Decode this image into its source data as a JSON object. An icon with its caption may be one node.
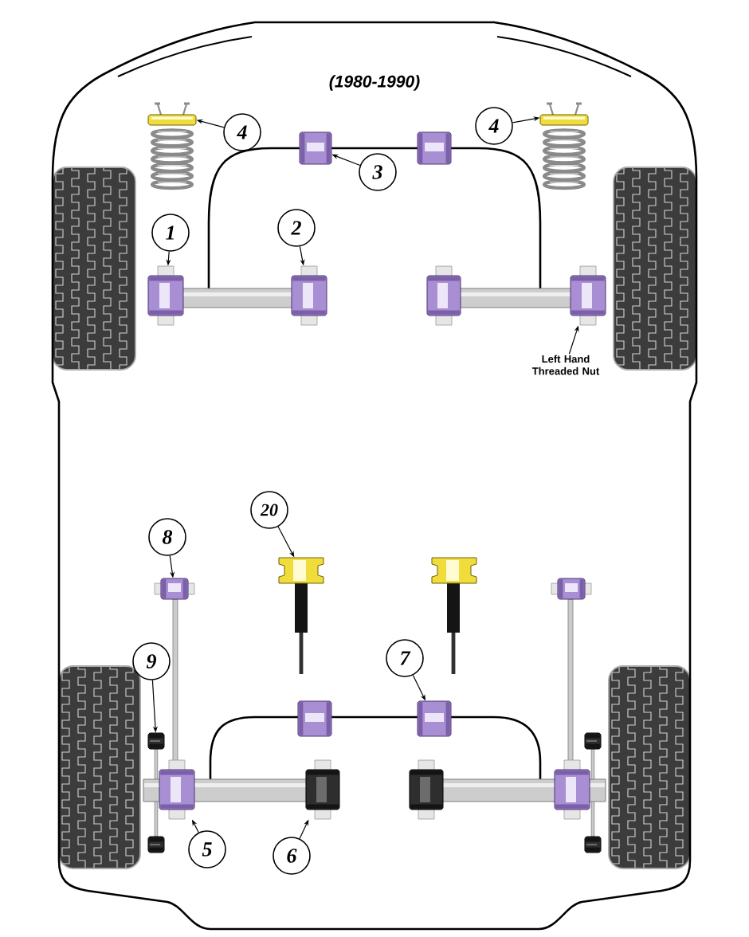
{
  "diagram": {
    "title": "(1980-1990)",
    "nodes": [
      {
        "text": [
          "4"
        ]
      },
      {
        "text": [
          "4"
        ]
      },
      {
        "text": [
          "3"
        ]
      },
      {
        "text": [
          "1"
        ]
      },
      {
        "text": [
          "2"
        ]
      },
      {
        "text": [
          "Left Hand Threaded Nut"
        ]
      },
      {
        "text": [
          "20"
        ]
      },
      {
        "text": [
          "8"
        ]
      },
      {
        "text": [
          "9"
        ]
      },
      {
        "text": [
          "7"
        ]
      },
      {
        "text": [
          "5"
        ]
      },
      {
        "text": [
          "6"
        ]
      },
      {
        "text": [],
        "shape": "picture"
      },
      {
        "text": [],
        "shape": "picture"
      },
      {
        "text": [],
        "shape": "picture"
      },
      {
        "text": [],
        "shape": "picture"
      },
      {
        "text": [],
        "shape": "picture"
      },
      {
        "text": [],
        "shape": "picture"
      },
      {
        "text": [],
        "shape": "picture"
      },
      {
        "text": [],
        "shape": "picture"
      },
      {
        "text": [],
        "shape": "picture"
      },
      {
        "text": [],
        "shape": "picture"
      },
      {
        "text": [],
        "shape": "picture"
      },
      {
        "text": [],
        "shape": "picture"
      },
      {
        "text": [],
        "shape": "picture"
      },
      {
        "text": [],
        "shape": "picture"
      },
      {
        "text": [],
        "shape": "picture"
      },
      {
        "text": [],
        "shape": "picture"
      },
      {
        "text": [],
        "shape": "picture"
      },
      {
        "text": [],
        "shape": "picture"
      },
      {
        "text": [],
        "shape": "picture"
      },
      {
        "text": [],
        "shape": "picture"
      },
      {
        "text": [],
        "shape": "picture"
      },
      {
        "text": [],
        "shape": "picture"
      }
    ],
    "edges": [
      {
        "from": 0,
        "to": 12,
        "arrow": "to"
      },
      {
        "from": 1,
        "to": 13,
        "arrow": "to"
      },
      {
        "from": 2,
        "to": 14,
        "arrow": "to"
      },
      {
        "from": 3,
        "to": 15,
        "arrow": "to"
      },
      {
        "from": 4,
        "to": 16,
        "arrow": "to"
      },
      {
        "from": 5,
        "to": 17,
        "arrow": "to"
      },
      {
        "from": 6,
        "to": 18,
        "arrow": "to"
      },
      {
        "from": 7,
        "to": 19,
        "arrow": "to"
      },
      {
        "from": 8,
        "to": 20,
        "arrow": "to"
      },
      {
        "from": 9,
        "to": 21,
        "arrow": "to"
      },
      {
        "from": 10,
        "to": 22,
        "arrow": "to"
      },
      {
        "from": 11,
        "to": 23,
        "arrow": "to"
      }
    ]
  }
}
